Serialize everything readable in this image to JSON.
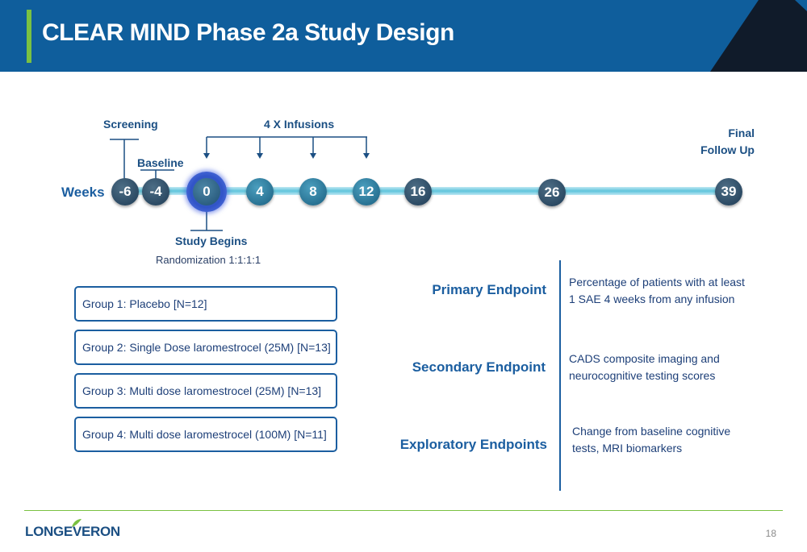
{
  "header": {
    "title": "CLEAR MIND Phase 2a Study Design",
    "colors": {
      "bar": "#0f5e9c",
      "accent": "#7ac142"
    }
  },
  "timeline": {
    "weeks_label": "Weeks",
    "screening": "Screening",
    "baseline": "Baseline",
    "infusions": "4 X Infusions",
    "final_line1": "Final",
    "final_line2": "Follow Up",
    "study_begins": "Study Begins",
    "randomization": "Randomization 1:1:1:1",
    "nodes": [
      "-6",
      "-4",
      "0",
      "4",
      "8",
      "12",
      "16",
      "26",
      "39"
    ]
  },
  "groups": [
    "Group 1: Placebo [N=12]",
    "Group 2: Single Dose laromestrocel (25M) [N=13]",
    "Group 3: Multi dose laromestrocel (25M) [N=13]",
    "Group 4: Multi dose laromestrocel (100M) [N=11]"
  ],
  "endpoints": {
    "primary_label": "Primary Endpoint",
    "primary_desc": "Percentage of patients with at least 1 SAE 4 weeks from any infusion",
    "secondary_label": "Secondary Endpoint",
    "secondary_desc": "CADS composite imaging and neurocognitive testing scores",
    "exploratory_label": "Exploratory Endpoints",
    "exploratory_desc": "Change from baseline cognitive tests, MRI biomarkers"
  },
  "footer": {
    "logo": "LONGEVERON",
    "page": "18"
  }
}
